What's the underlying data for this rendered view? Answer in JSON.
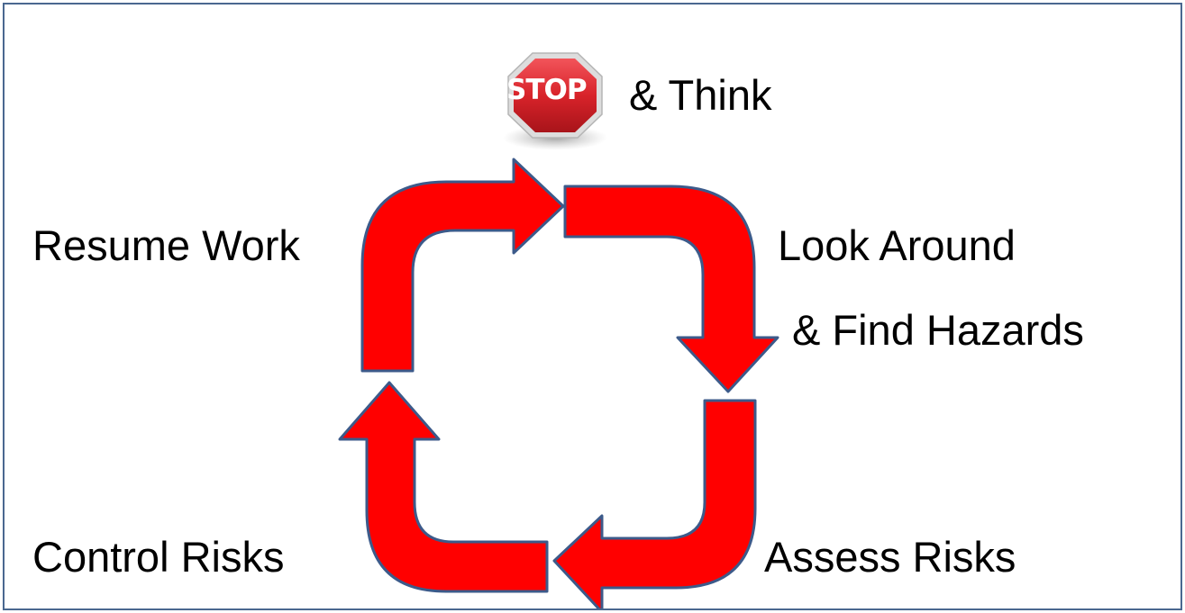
{
  "stop_sign": {
    "text": "STOP",
    "icon": "stop-sign-icon",
    "color": "#d8232a"
  },
  "steps": {
    "stop": "& Think",
    "look_line1": "Look Around",
    "look_line2": "& Find Hazards",
    "assess": "Assess Risks",
    "control": "Control Risks",
    "resume": "Resume Work"
  },
  "colors": {
    "arrow_fill": "#ff0000",
    "arrow_stroke": "#3c5a8a",
    "frame_border": "#4a6890"
  }
}
